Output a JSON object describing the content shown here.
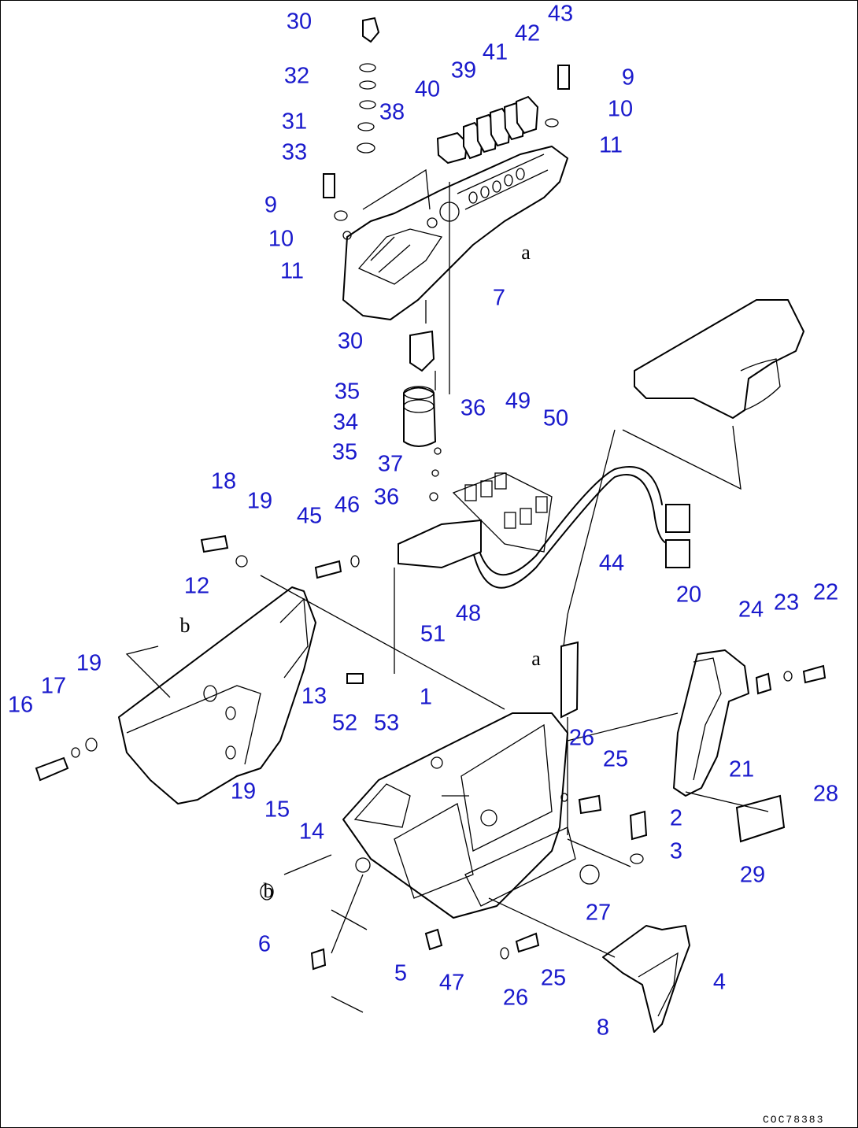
{
  "drawing_code": "COC78383",
  "reference_letters": [
    "a",
    "a",
    "b",
    "b"
  ],
  "callouts": [
    "30",
    "32",
    "31",
    "33",
    "9",
    "10",
    "11",
    "39",
    "41",
    "42",
    "43",
    "40",
    "38",
    "9",
    "10",
    "11",
    "7",
    "30",
    "35",
    "34",
    "35",
    "36",
    "37",
    "36",
    "49",
    "50",
    "18",
    "19",
    "45",
    "46",
    "44",
    "51",
    "48",
    "12",
    "19",
    "17",
    "16",
    "13",
    "19",
    "15",
    "14",
    "52",
    "53",
    "1",
    "20",
    "24",
    "23",
    "22",
    "26",
    "25",
    "21",
    "2",
    "3",
    "28",
    "29",
    "27",
    "6",
    "5",
    "47",
    "26",
    "25",
    "4",
    "8"
  ]
}
